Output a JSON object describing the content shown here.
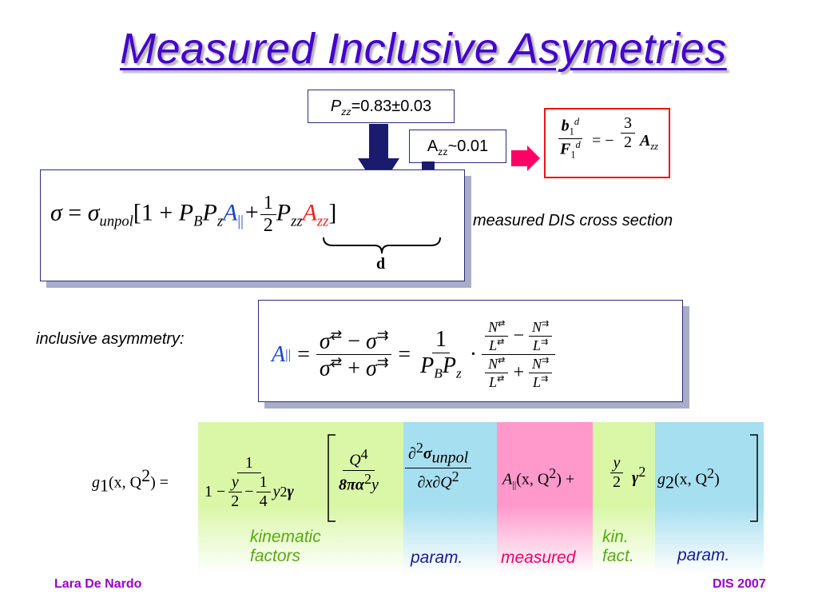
{
  "slide": {
    "title": "Measured Inclusive Asymetries",
    "pzz_box": {
      "sym": "P",
      "sub": "zz",
      "value": "=0.83±0.03"
    },
    "azz_box": {
      "sym": "A",
      "sub": "zz",
      "value": "~0.01"
    },
    "ratio_eq": {
      "num_sym": "b",
      "num_sub": "1",
      "num_sup": "d",
      "den_sym": "F",
      "den_sub": "1",
      "den_sup": "d",
      "eq": "= −",
      "coef_num": "3",
      "coef_den": "2",
      "rhs_sym": "A",
      "rhs_sub": "zz"
    },
    "sigma_eq": {
      "sigma": "σ",
      "eq": " = ",
      "sigma_unpol_sym": "σ",
      "sigma_unpol_sub": "unpol",
      "open": "[1 + ",
      "pb": "P",
      "pb_sub": "B",
      "pz": "P",
      "pz_sub": "z",
      "apar": "A",
      "apar_sub": "||",
      "plus": "+",
      "half_num": "1",
      "half_den": "2",
      "pzz": "P",
      "pzz_sub": "zz",
      "azz": "A",
      "azz_sub": "zz",
      "close": "]",
      "brace_label": "d"
    },
    "measured_dis_label": "measured DIS cross section",
    "inclusive_label": "inclusive asymmetry:",
    "asym_eq": {
      "lhs": "A",
      "lhs_sub": "||",
      "eq1": "=",
      "n1a": "σ",
      "n1a_sup": "⇄",
      "minus": "−",
      "n1b": "σ",
      "n1b_sup": "⇉",
      "d1a": "σ",
      "d1a_sup": "⇄",
      "plus": "+",
      "d1b": "σ",
      "d1b_sup": "⇉",
      "eq2": "=",
      "one": "1",
      "pb": "P",
      "pb_sub": "B",
      "pz": "P",
      "pz_sub": "z",
      "dot": "·",
      "N": "N",
      "L": "L",
      "arrow_anti": "⇄",
      "arrow_par": "⇉"
    },
    "g1_eq": {
      "lhs": "g",
      "lhs_sub": "1",
      "args": "(x, Q",
      "args_sup": "2",
      "args_close": ")",
      "eq": "=",
      "k_num": "1",
      "k_den_a": "1 −",
      "y": "y",
      "two": "2",
      "minus": "−",
      "one": "1",
      "four": "4",
      "y2": "y",
      "y2_sup": "2",
      "gamma": "γ",
      "q4": "Q",
      "q4_sup": "4",
      "den8": "8πα",
      "den8_sup": "2",
      "den8_y": "y",
      "partial": "∂",
      "partial_sup": "2",
      "sigma_unpol": "σ",
      "sigma_unpol_sub": "unpol",
      "dxdq": "∂x∂Q",
      "dxdq_sup": "2",
      "apar": "A",
      "apar_sub": "||",
      "apar_args": "(x, Q",
      "apar_args_sup": "2",
      "apar_close": ")",
      "plus": "+",
      "y_frac_num": "y",
      "y_frac_den": "2",
      "gamma2": "γ",
      "gamma2_sup": "2",
      "g2": "g",
      "g2_sub": "2",
      "g2_args": "(x, Q",
      "g2_args_sup": "2",
      "g2_close": ")"
    },
    "band_labels": {
      "kinematic": "kinematic factors",
      "param1": "param.",
      "measured": "measured",
      "kin_fact": "kin. fact.",
      "param2": "param."
    },
    "footer": {
      "author": "Lara De Nardo",
      "conference": "DIS 2007"
    }
  },
  "colors": {
    "title": "#4400cc",
    "green_band": "#d9f7a6",
    "blue_band": "#a6dff0",
    "pink_band": "#ff99cc",
    "arrow": "#1a1a6e",
    "red_arrow": "#ff0066",
    "label_green": "#55aa11",
    "label_blue": "#1a1a99",
    "label_pink": "#ee0066",
    "footer": "#9900cc"
  }
}
